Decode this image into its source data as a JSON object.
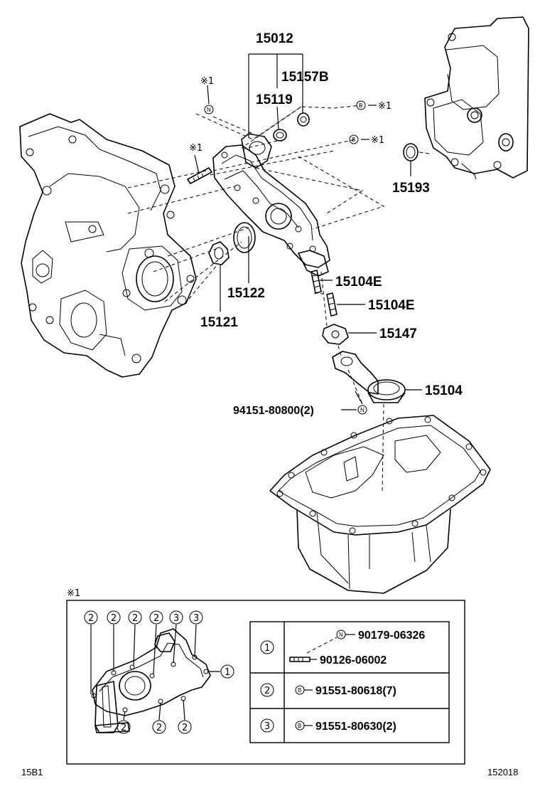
{
  "callouts": {
    "p15012": "15012",
    "p15157b": "15157B",
    "p15119": "15119",
    "p15193": "15193",
    "p15122": "15122",
    "p15121": "15121",
    "p15104e_a": "15104E",
    "p15104e_b": "15104E",
    "p15147": "15147",
    "p15104": "15104",
    "p94151": "94151-80800(2)"
  },
  "markers": {
    "ref_top": "※1",
    "ref_b1": "※1",
    "ref_b2": "※1",
    "ref_stud": "※1",
    "ref_inset": "※1",
    "n": "N",
    "b": "B"
  },
  "inset": {
    "circle_labels": {
      "c2a": "2",
      "c2b": "2",
      "c2c": "2",
      "c2d": "2",
      "c3a": "3",
      "c3b": "3",
      "c1": "1",
      "c2e": "2",
      "c2f": "2",
      "c2g": "2"
    },
    "legend": [
      {
        "key": "1",
        "lines": [
          {
            "marker": "N",
            "part": "90179-06326"
          },
          {
            "marker": "",
            "part": "90126-06002"
          }
        ]
      },
      {
        "key": "2",
        "lines": [
          {
            "marker": "B",
            "part": "91551-80618(7)"
          }
        ]
      },
      {
        "key": "3",
        "lines": [
          {
            "marker": "B",
            "part": "91551-80630(2)"
          }
        ]
      }
    ]
  },
  "footer": {
    "left": "15B1",
    "right": "152018"
  }
}
